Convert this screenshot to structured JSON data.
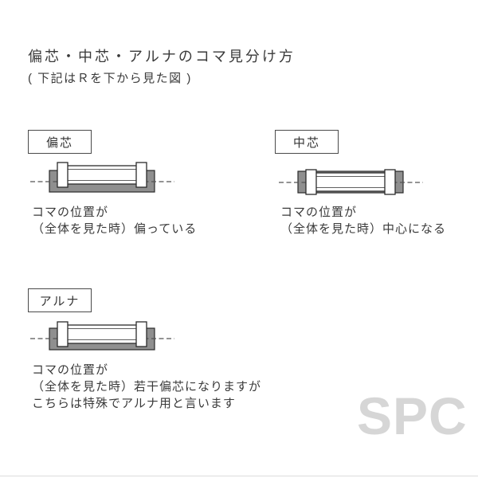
{
  "page": {
    "title": "偏芯・中芯・アルナのコマ見分け方",
    "subtitle": "( 下記はＲを下から見た図 )",
    "watermark": "SPC"
  },
  "sections": [
    {
      "id": "hensin",
      "label": "偏芯",
      "caption_lines": [
        "コマの位置が",
        "（全体を見た時）偏っている"
      ]
    },
    {
      "id": "nakashin",
      "label": "中芯",
      "caption_lines": [
        "コマの位置が",
        "（全体を見た時）中心になる"
      ]
    },
    {
      "id": "aruna",
      "label": "アルナ",
      "caption_lines": [
        "コマの位置が",
        "（全体を見た時）若干偏芯になりますが",
        "こちらは特殊でアルナ用と言います"
      ]
    }
  ],
  "colors": {
    "koma_gray": "#8f8f8f",
    "outline": "#2b2b2b",
    "dashed_line": "#555555",
    "watermark": "#d6d6d6"
  }
}
